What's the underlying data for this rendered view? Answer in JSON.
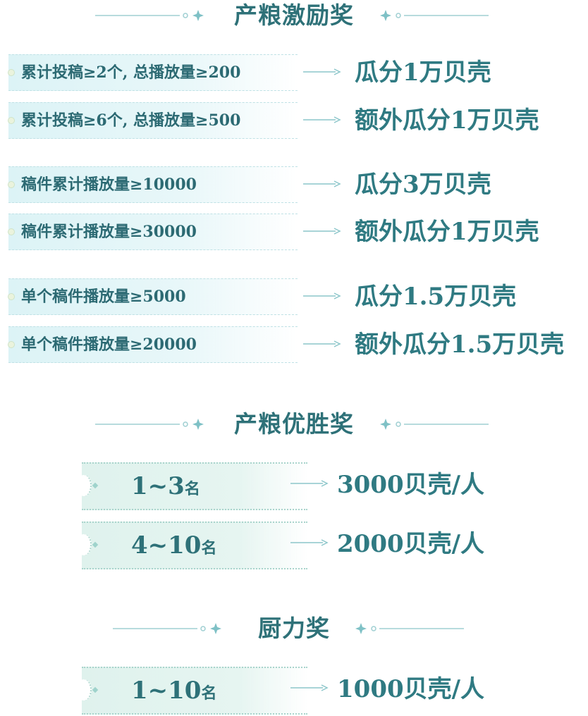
{
  "sections": {
    "production": {
      "title": "产粮激励奖",
      "rows": [
        {
          "label": "累计投稿≥2个, 总播放量≥200",
          "reward": "瓜分1万贝壳"
        },
        {
          "label": "累计投稿≥6个, 总播放量≥500",
          "reward": "额外瓜分1万贝壳"
        },
        {
          "label": "稿件累计播放量≥10000",
          "reward": "瓜分3万贝壳"
        },
        {
          "label": "稿件累计播放量≥30000",
          "reward": "额外瓜分1万贝壳"
        },
        {
          "label": "单个稿件播放量≥5000",
          "reward": "瓜分1.5万贝壳"
        },
        {
          "label": "单个稿件播放量≥20000",
          "reward": "额外瓜分1.5万贝壳"
        }
      ]
    },
    "excellence": {
      "title": "产粮优胜奖",
      "ranks": [
        {
          "range": "1~3",
          "unit": "名",
          "reward": "3000贝壳/人"
        },
        {
          "range": "4~10",
          "unit": "名",
          "reward": "2000贝壳/人"
        }
      ]
    },
    "chef": {
      "title": "厨力奖",
      "ranks": [
        {
          "range": "1~10",
          "unit": "名",
          "reward": "1000贝壳/人"
        }
      ]
    }
  },
  "colors": {
    "accent": "#2e7178",
    "pill": "#dcf3f6",
    "rank_pill": "#dff2ed"
  }
}
